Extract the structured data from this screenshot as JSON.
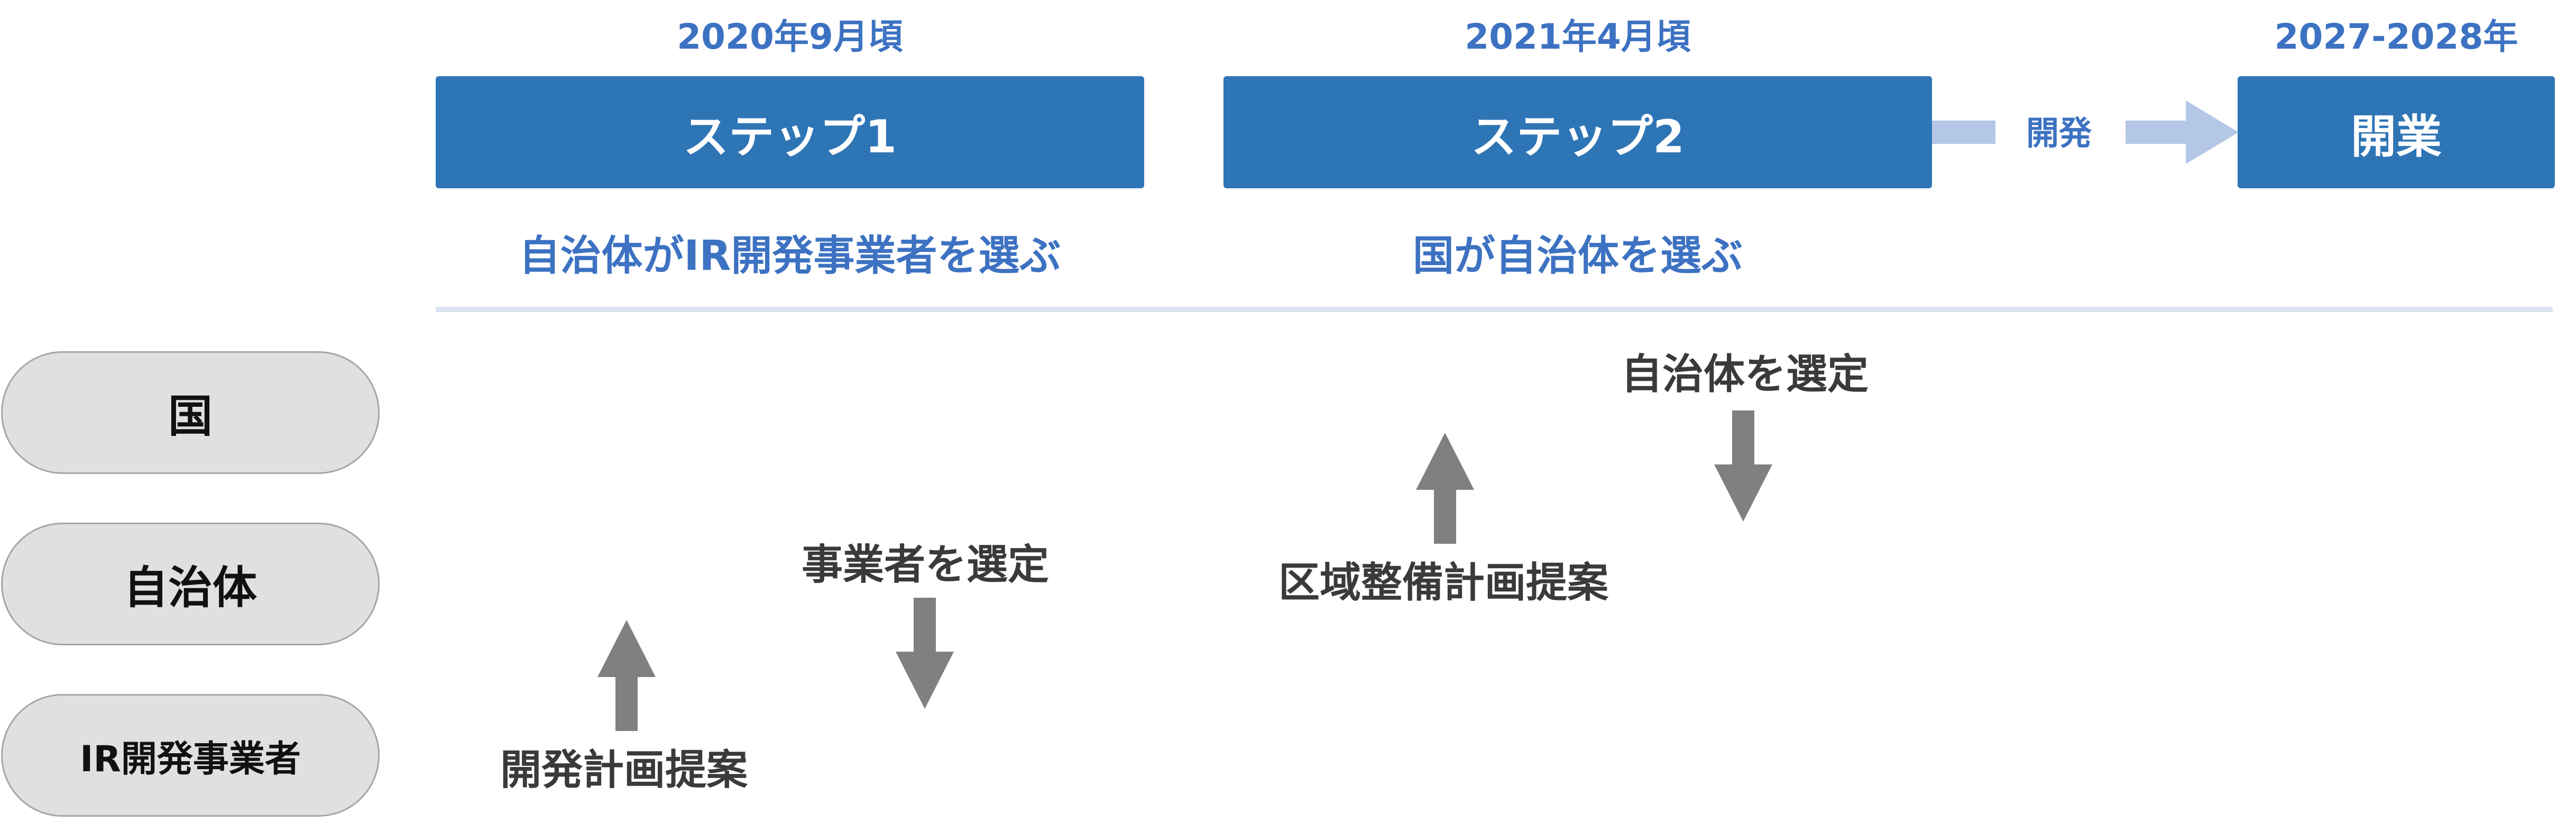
{
  "timeline": {
    "step1": {
      "date": "2020年9月頃",
      "label": "ステップ1",
      "caption": "自治体がIR開発事業者を選ぶ"
    },
    "step2": {
      "date": "2021年4月頃",
      "label": "ステップ2",
      "caption": "国が自治体を選ぶ"
    },
    "development": {
      "label": "開発"
    },
    "opening": {
      "date": "2027-2028年",
      "label": "開業"
    }
  },
  "actors": [
    {
      "label": "国"
    },
    {
      "label": "自治体"
    },
    {
      "label": "IR開発事業者"
    }
  ],
  "actions": {
    "operator_plan": "開発計画提案",
    "municipality_select_operator": "事業者を選定",
    "zone_plan": "区域整備計画提案",
    "state_select_municipality": "自治体を選定"
  },
  "colors": {
    "step_box": "#2E75B6",
    "header_text": "#3D72C2",
    "light_arrow": "#B4C7E7",
    "gray_arrow": "#808080",
    "pill_fill": "#E0E0E0"
  },
  "icons": {
    "vertical_arrows": "arrow-up / arrow-down",
    "development_arrow": "arrow-right"
  }
}
